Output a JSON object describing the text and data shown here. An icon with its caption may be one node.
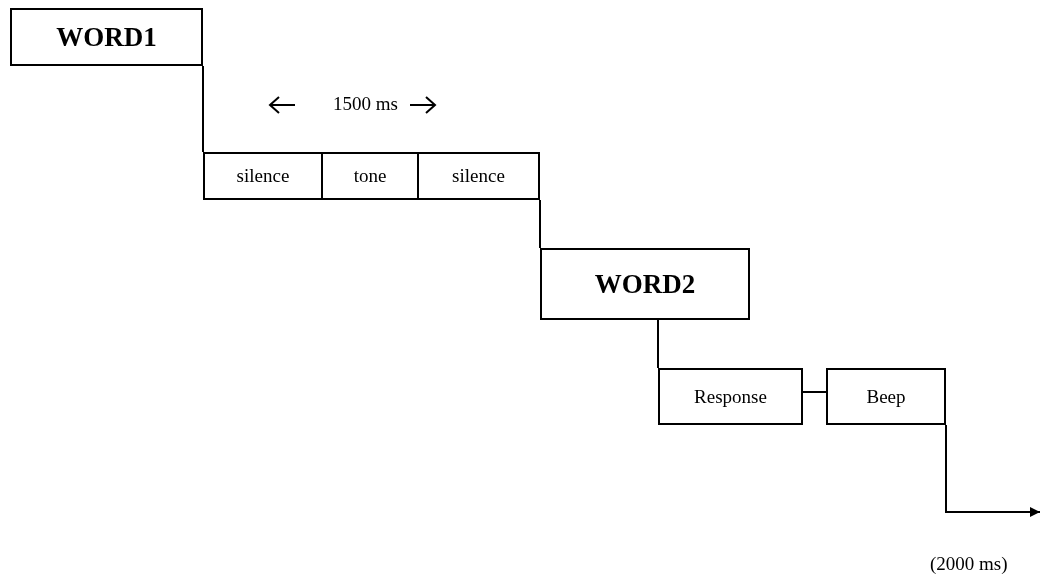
{
  "diagram": {
    "nodes": [
      {
        "text": [
          "WORD1"
        ]
      },
      {
        "text": [
          "silence"
        ]
      },
      {
        "text": [
          "tone"
        ]
      },
      {
        "text": [
          "silence"
        ]
      },
      {
        "text": [
          "WORD2"
        ]
      },
      {
        "text": [
          "Response"
        ]
      },
      {
        "text": [
          "Beep"
        ]
      }
    ],
    "edges": [
      {
        "from": 0,
        "to": 1,
        "arrow": "none"
      },
      {
        "from": 3,
        "to": 4,
        "arrow": "none"
      },
      {
        "from": 4,
        "to": 5,
        "arrow": "none"
      },
      {
        "from": 5,
        "to": 6,
        "arrow": "none"
      },
      {
        "from": 6,
        "to": null,
        "arrow": "to"
      }
    ],
    "labels": [
      "1500 ms",
      "(2000 ms)"
    ]
  }
}
